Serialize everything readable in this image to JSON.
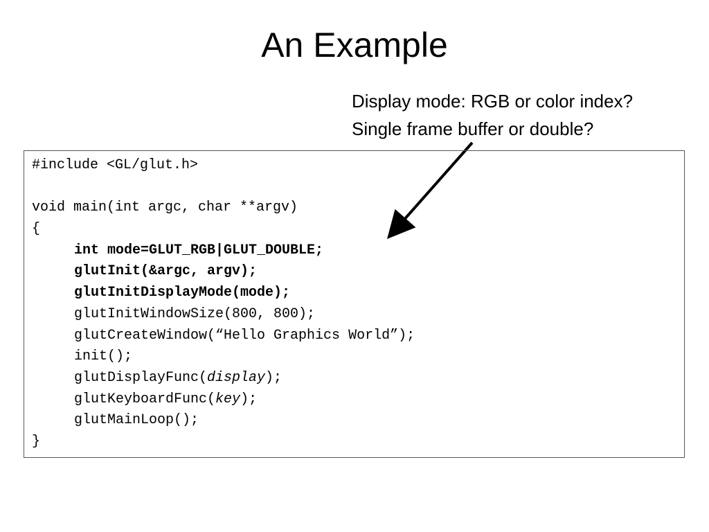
{
  "slide": {
    "title": "An Example",
    "callout": {
      "line1": "Display mode: RGB or color index?",
      "line2": "Single frame buffer or double?"
    },
    "code": {
      "include": "#include <GL/glut.h>",
      "main_sig": "void main(int argc, char **argv)",
      "open_brace": "{",
      "mode_line": "int mode=GLUT_RGB|GLUT_DOUBLE;",
      "init_line": "glutInit(&argc, argv);",
      "display_mode_line": "glutInitDisplayMode(mode);",
      "window_size_line": "glutInitWindowSize(800, 800);",
      "create_window_line": "glutCreateWindow(“Hello Graphics World”);",
      "init_call": "init();",
      "display_func_prefix": "glutDisplayFunc(",
      "display_func_arg": "display",
      "display_func_suffix": ");",
      "keyboard_func_prefix": "glutKeyboardFunc(",
      "keyboard_func_arg": "key",
      "keyboard_func_suffix": ");",
      "main_loop_line": "glutMainLoop();",
      "close_brace": "}"
    }
  }
}
